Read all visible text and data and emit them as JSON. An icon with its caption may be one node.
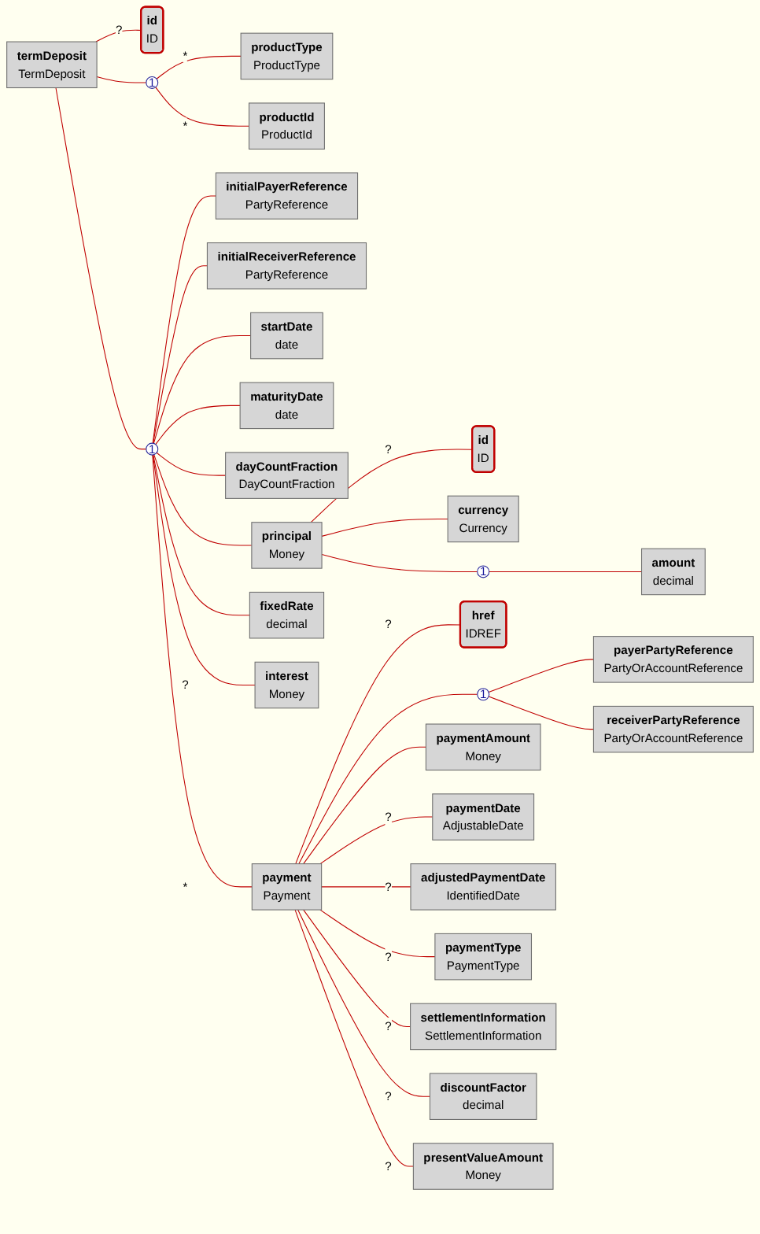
{
  "diagram": {
    "nodes": [
      {
        "text": [
          "termDeposit",
          "TermDeposit"
        ]
      },
      {
        "text": [
          "id",
          "ID"
        ]
      },
      {
        "text": [
          "1"
        ]
      },
      {
        "text": [
          "productType",
          "ProductType"
        ]
      },
      {
        "text": [
          "productId",
          "ProductId"
        ]
      },
      {
        "text": [
          "1"
        ]
      },
      {
        "text": [
          "initialPayerReference",
          "PartyReference"
        ]
      },
      {
        "text": [
          "initialReceiverReference",
          "PartyReference"
        ]
      },
      {
        "text": [
          "startDate",
          "date"
        ]
      },
      {
        "text": [
          "maturityDate",
          "date"
        ]
      },
      {
        "text": [
          "dayCountFraction",
          "DayCountFraction"
        ]
      },
      {
        "text": [
          "principal",
          "Money"
        ]
      },
      {
        "text": [
          "id",
          "ID"
        ]
      },
      {
        "text": [
          "currency",
          "Currency"
        ]
      },
      {
        "text": [
          "1"
        ]
      },
      {
        "text": [
          "amount",
          "decimal"
        ]
      },
      {
        "text": [
          "fixedRate",
          "decimal"
        ]
      },
      {
        "text": [
          "interest",
          "Money"
        ]
      },
      {
        "text": [
          "payment",
          "Payment"
        ]
      },
      {
        "text": [
          "href",
          "IDREF"
        ]
      },
      {
        "text": [
          "1"
        ]
      },
      {
        "text": [
          "payerPartyReference",
          "PartyOrAccountReference"
        ]
      },
      {
        "text": [
          "receiverPartyReference",
          "PartyOrAccountReference"
        ]
      },
      {
        "text": [
          "paymentAmount",
          "Money"
        ]
      },
      {
        "text": [
          "paymentDate",
          "AdjustableDate"
        ]
      },
      {
        "text": [
          "adjustedPaymentDate",
          "IdentifiedDate"
        ]
      },
      {
        "text": [
          "paymentType",
          "PaymentType"
        ]
      },
      {
        "text": [
          "settlementInformation",
          "SettlementInformation"
        ]
      },
      {
        "text": [
          "discountFactor",
          "decimal"
        ]
      },
      {
        "text": [
          "presentValueAmount",
          "Money"
        ]
      }
    ],
    "edges": [
      {
        "from": 0,
        "to": 1,
        "arrow": "none",
        "label": "?"
      },
      {
        "from": 0,
        "to": 2,
        "arrow": "none"
      },
      {
        "from": 2,
        "to": 3,
        "arrow": "none",
        "label": "*"
      },
      {
        "from": 2,
        "to": 4,
        "arrow": "none",
        "label": "*"
      },
      {
        "from": 0,
        "to": 5,
        "arrow": "none"
      },
      {
        "from": 5,
        "to": 6,
        "arrow": "none"
      },
      {
        "from": 5,
        "to": 7,
        "arrow": "none"
      },
      {
        "from": 5,
        "to": 8,
        "arrow": "none"
      },
      {
        "from": 5,
        "to": 9,
        "arrow": "none"
      },
      {
        "from": 5,
        "to": 10,
        "arrow": "none"
      },
      {
        "from": 5,
        "to": 11,
        "arrow": "none"
      },
      {
        "from": 11,
        "to": 12,
        "arrow": "none",
        "label": "?"
      },
      {
        "from": 11,
        "to": 13,
        "arrow": "none"
      },
      {
        "from": 11,
        "to": 14,
        "arrow": "none"
      },
      {
        "from": 14,
        "to": 15,
        "arrow": "none"
      },
      {
        "from": 5,
        "to": 16,
        "arrow": "none"
      },
      {
        "from": 5,
        "to": 17,
        "arrow": "none",
        "label": "?"
      },
      {
        "from": 5,
        "to": 18,
        "arrow": "none",
        "label": "*"
      },
      {
        "from": 18,
        "to": 19,
        "arrow": "none",
        "label": "?"
      },
      {
        "from": 18,
        "to": 20,
        "arrow": "none"
      },
      {
        "from": 20,
        "to": 21,
        "arrow": "none"
      },
      {
        "from": 20,
        "to": 22,
        "arrow": "none"
      },
      {
        "from": 18,
        "to": 23,
        "arrow": "none"
      },
      {
        "from": 18,
        "to": 24,
        "arrow": "none",
        "label": "?"
      },
      {
        "from": 18,
        "to": 25,
        "arrow": "none",
        "label": "?"
      },
      {
        "from": 18,
        "to": 26,
        "arrow": "none",
        "label": "?"
      },
      {
        "from": 18,
        "to": 27,
        "arrow": "none",
        "label": "?"
      },
      {
        "from": 18,
        "to": 28,
        "arrow": "none",
        "label": "?"
      },
      {
        "from": 18,
        "to": 29,
        "arrow": "none",
        "label": "?"
      }
    ]
  }
}
